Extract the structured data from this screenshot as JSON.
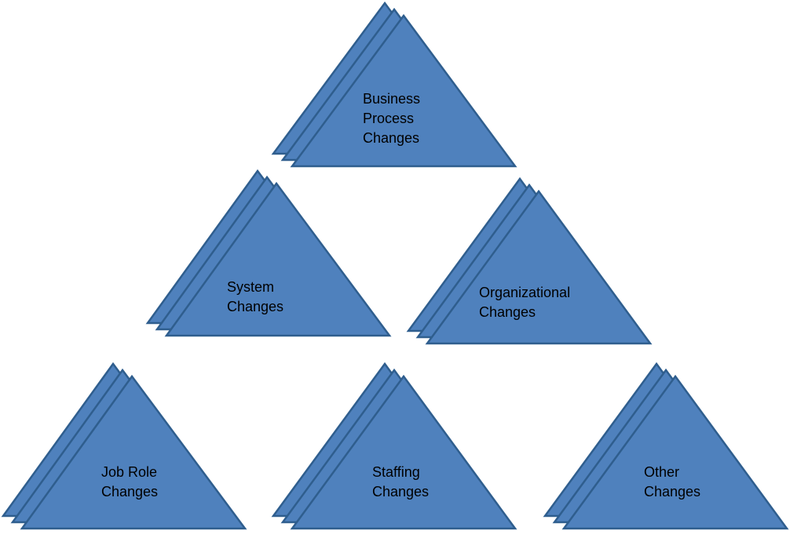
{
  "colors": {
    "fill": "#4F81BD",
    "stroke": "#2F5E8E",
    "text": "#000000",
    "background": "#FFFFFF"
  },
  "nodes": [
    {
      "id": "business-process",
      "lines": [
        "Business",
        "Process",
        "Changes"
      ]
    },
    {
      "id": "system",
      "lines": [
        "System",
        "Changes"
      ]
    },
    {
      "id": "organizational",
      "lines": [
        "Organizational",
        "Changes"
      ]
    },
    {
      "id": "job-role",
      "lines": [
        "Job Role",
        "Changes"
      ]
    },
    {
      "id": "staffing",
      "lines": [
        "Staffing",
        "Changes"
      ]
    },
    {
      "id": "other",
      "lines": [
        "Other",
        "Changes"
      ]
    }
  ]
}
